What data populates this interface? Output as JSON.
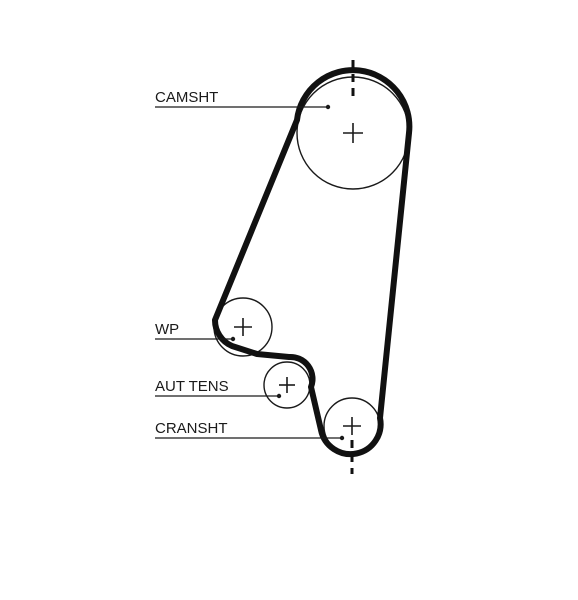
{
  "labels": {
    "camshaft": "CAMSHT",
    "water_pump": "WP",
    "auto_tensioner": "AUT TENS",
    "crankshaft": "CRANSHT"
  },
  "colors": {
    "line": "#111111",
    "background": "#ffffff"
  }
}
